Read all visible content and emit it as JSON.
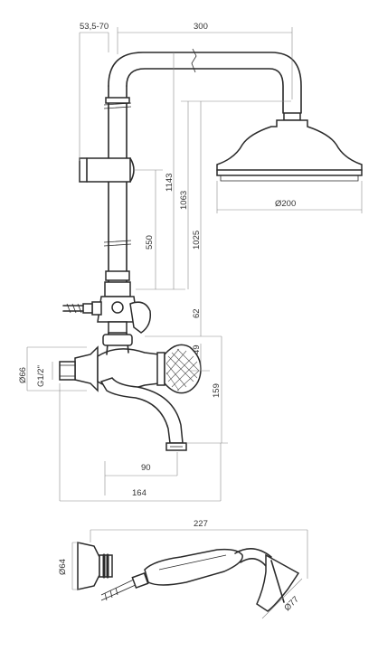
{
  "dimensions": {
    "arm_offset": "53,5-70",
    "arm_reach": "300",
    "height_total": "1143",
    "height_to_head": "1063",
    "height_to_pipe": "1025",
    "slide_distance": "550",
    "diverter_height": "62",
    "outlet_height": "49",
    "spout_drop": "159",
    "spout_reach": "90",
    "mixer_depth": "164",
    "head_diameter": "Ø200",
    "flange_diameter": "Ø66",
    "thread_size": "G1/2\"",
    "handshower_length": "227",
    "hose_connector_diameter": "Ø64",
    "handshower_head_diameter": "Ø77"
  }
}
